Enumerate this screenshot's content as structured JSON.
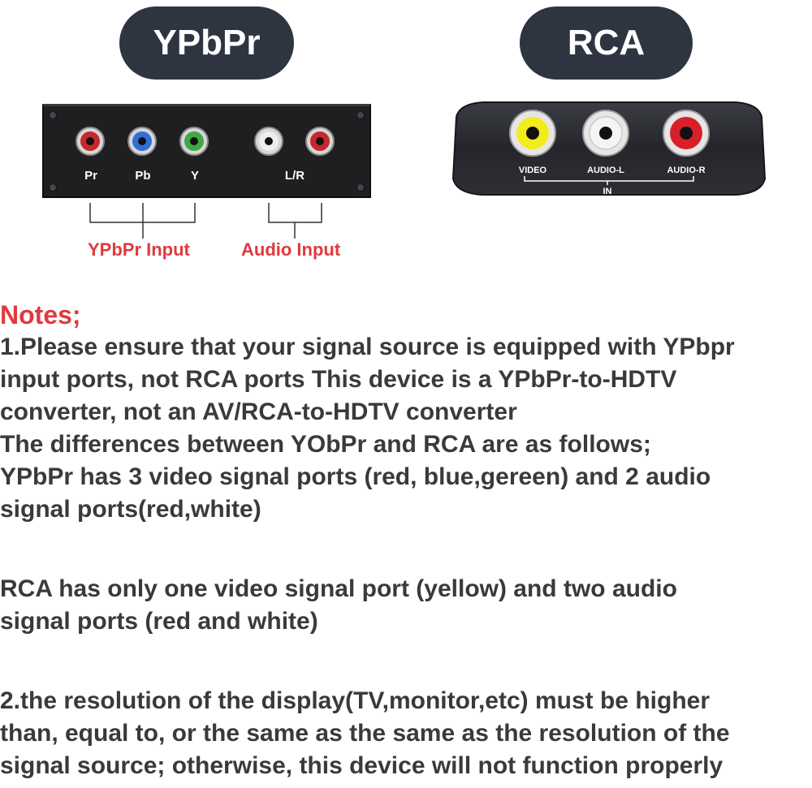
{
  "labels": {
    "ypbpr_title": "YPbPr",
    "rca_title": "RCA",
    "ypbpr_ports": [
      "Pr",
      "Pb",
      "Y",
      "L/R"
    ],
    "rca_ports": [
      "VIDEO",
      "AUDIO-L",
      "AUDIO-R"
    ],
    "rca_in": "IN",
    "ypbpr_input": "YPbPr Input",
    "audio_input": "Audio Input"
  },
  "colors": {
    "pill": "#2f3441",
    "accent_red": "#e03a3e",
    "jack_red": "#c8282c",
    "jack_blue": "#2f6fd8",
    "jack_green": "#3fa845",
    "jack_white": "#e6e6e6",
    "jack_yellow": "#f2ec1a"
  },
  "notes": {
    "title": "Notes;",
    "p1": [
      "1.Please ensure that your signal source is equipped with YPbpr",
      "input ports, not RCA ports This device is a YPbPr-to-HDTV",
      "converter, not an AV/RCA-to-HDTV converter",
      "The differences between YObPr and RCA are as follows;",
      "YPbPr has 3 video signal ports (red, blue,gereen) and 2 audio",
      "signal ports(red,white)"
    ],
    "p2": [
      "RCA has only one video signal port (yellow) and two audio",
      "signal ports  (red and white)"
    ],
    "p3": [
      "2.the resolution of the display(TV,monitor,etc) must be higher",
      "than, equal to, or the same as the same as the resolution of the",
      "signal source; otherwise, this device will not function properly"
    ]
  }
}
